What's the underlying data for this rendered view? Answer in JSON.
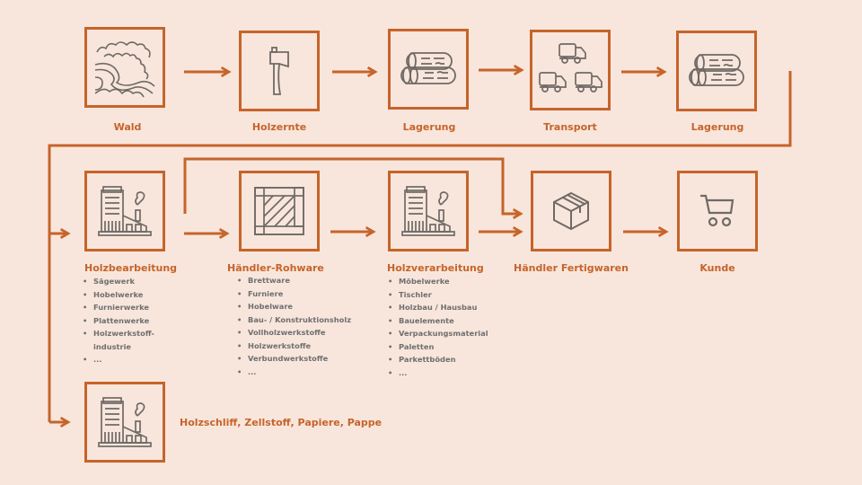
{
  "colors": {
    "background": "#f8e6dc",
    "accent": "#c6642a",
    "icon": "#6f6a66",
    "list_text": "#6f6f6f"
  },
  "row1": [
    {
      "label": "Wald",
      "icon": "forest-icon"
    },
    {
      "label": "Holzernte",
      "icon": "axe-icon"
    },
    {
      "label": "Lagerung",
      "icon": "logs-icon"
    },
    {
      "label": "Transport",
      "icon": "trucks-icon"
    },
    {
      "label": "Lagerung",
      "icon": "logs-icon"
    }
  ],
  "row2": [
    {
      "label": "Holzbearbeitung",
      "icon": "factory-icon",
      "items": [
        "Sägewerk",
        "Hobelwerke",
        "Furnierwerke",
        "Plattenwerke",
        "Holzwerkstoff-",
        "industrie",
        "..."
      ]
    },
    {
      "label": "Händler-Rohware",
      "icon": "wood-panel-icon",
      "items": [
        "Brettware",
        "Furniere",
        "Hobelware",
        "Bau- / Konstruktionsholz",
        "Vollholzwerkstoffe",
        "Holzwerkstoffe",
        "Verbundwerkstoffe",
        "..."
      ]
    },
    {
      "label": "Holzverarbeitung",
      "icon": "factory-icon",
      "items": [
        "Möbelwerke",
        "Tischler",
        "Holzbau / Hausbau",
        "Bauelemente",
        "Verpackungsmaterial",
        "Paletten",
        "Parkettböden",
        "..."
      ]
    },
    {
      "label": "Händler Fertigwaren",
      "icon": "box-icon"
    },
    {
      "label": "Kunde",
      "icon": "shopping-cart-icon"
    }
  ],
  "row3": {
    "label": "Holzschliff, Zellstoff, Papiere, Pappe",
    "icon": "factory-icon"
  }
}
